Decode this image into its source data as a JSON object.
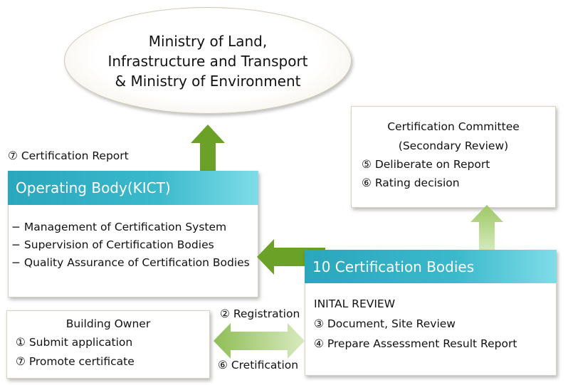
{
  "ministry": {
    "line1": "Ministry of Land,",
    "line2": "Infrastructure and Transport",
    "line3": "& Ministry of Environment"
  },
  "operating_body": {
    "report_label": "⑦ Certification Report",
    "header": "Operating Body(KICT)",
    "items": [
      "− Management of Certification System",
      "− Supervision of Certification Bodies",
      "− Quality Assurance of Certification Bodies"
    ]
  },
  "committee": {
    "title1": "Certification Committee",
    "title2": "(Secondary Review)",
    "items": [
      "⑤ Deliberate on Report",
      "⑥ Rating decision"
    ]
  },
  "cert_bodies": {
    "header": "10 Certification Bodies",
    "subtitle": "INITAL REVIEW",
    "items": [
      "③ Document,  Site Review",
      "④ Prepare Assessment Result Report"
    ]
  },
  "building_owner": {
    "title": "Building Owner",
    "items": [
      "① Submit application",
      "⑦ Promote certificate"
    ]
  },
  "arrows": {
    "registration_label": "② Registration",
    "certification_label": "⑥ Cretification"
  },
  "colors": {
    "arrow_dark_green": "#6aa126",
    "arrow_light_green": "#b7d68a",
    "header_teal": "#2aa6bd"
  }
}
